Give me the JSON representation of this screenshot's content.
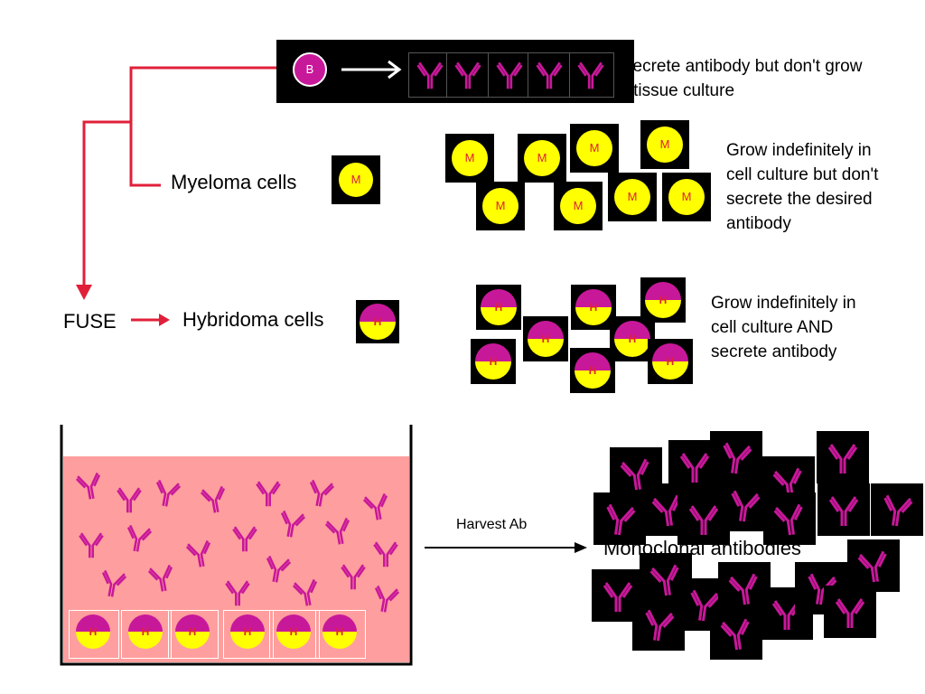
{
  "labels": {
    "b_cells_desc_line1": "secrete antibody but don't grow",
    "b_cells_desc_line2": "in tissue culture",
    "myeloma_label": "Myeloma cells",
    "myeloma_desc": [
      "Grow indefinitely in",
      "cell culture but don't",
      "secrete the desired",
      "antibody"
    ],
    "fuse_label": "FUSE",
    "hybridoma_label": "Hybridoma cells",
    "hybridoma_desc": [
      "Grow indefinitely in",
      "cell culture AND",
      "secrete antibody"
    ],
    "harvest_label": "Harvest Ab",
    "monoclonal_label": "Monoclonal antibodies"
  },
  "cell_letters": {
    "b": "B",
    "m": "M",
    "h": "H"
  },
  "colors": {
    "arrow_red": "#e0203a",
    "antibody_magenta": "#c8189a",
    "cell_yellow": "#ffff00",
    "culture_pink": "#ff9e9e"
  },
  "icons": [
    "antibody-icon",
    "b-cell-icon",
    "myeloma-cell-icon",
    "hybridoma-cell-icon",
    "arrow-icon",
    "culture-vessel-icon"
  ]
}
